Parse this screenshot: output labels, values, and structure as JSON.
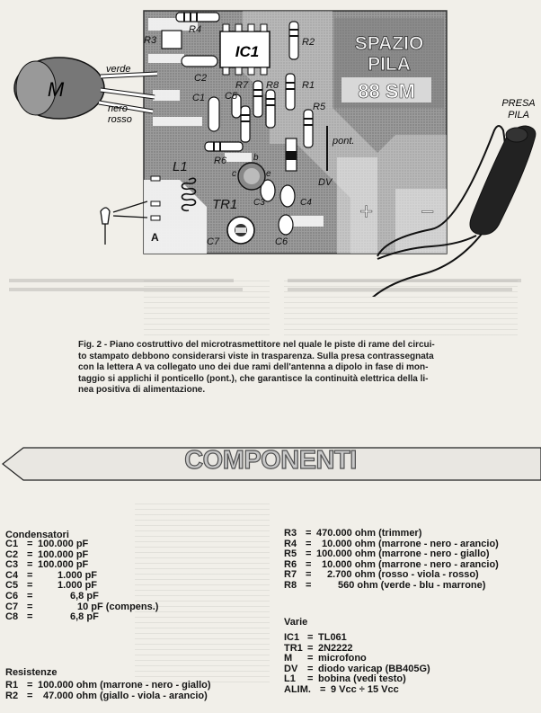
{
  "figure": {
    "space_label": "SPAZIO\nPILA",
    "space_line1": "SPAZIO",
    "space_line2": "PILA",
    "code_label": "88 SM",
    "plug_line1": "PRESA",
    "plug_line2": "PILA",
    "mic_label": "M",
    "wires": [
      "verde",
      "nero",
      "rosso"
    ],
    "parts": [
      "R3",
      "R4",
      "IC1",
      "R2",
      "C2",
      "R7",
      "R8",
      "R1",
      "C1",
      "C5",
      "R5",
      "R6",
      "pont.",
      "L1",
      "c",
      "b",
      "e",
      "DV",
      "C3",
      "C4",
      "TR1",
      "C7",
      "C6",
      "A",
      "+",
      "−"
    ]
  },
  "caption": "Fig. 2 - Piano costruttivo del microtrasmettitore nel quale le piste di rame del circuito stampato debbono considerarsi viste in trasparenza. Sulla presa contrassegnata con la lettera A va collegato uno dei due rami dell'antenna a dipolo in fase di montaggio si applichi il ponticello (pont.), che garantisce la continuità elettrica della linea positiva di alimentazione.",
  "caption_lines": [
    "Fig. 2 - Piano costruttivo del microtrasmettitore nel quale le piste di rame del circui-",
    "to stampato debbono considerarsi viste in trasparenza. Sulla presa contrassegnata",
    "con la lettera A va collegato uno dei due rami dell'antenna a dipolo in fase di mon-",
    "taggio si applichi il ponticello (pont.), che garantisce la continuità elettrica della li-",
    "nea positiva di alimentazione."
  ],
  "title": "COMPONENTI",
  "condensatori": {
    "title": "Condensatori",
    "items": [
      {
        "k": "C1",
        "v": "100.000 pF"
      },
      {
        "k": "C2",
        "v": "100.000 pF"
      },
      {
        "k": "C3",
        "v": "100.000 pF"
      },
      {
        "k": "C4",
        "v": "1.000 pF"
      },
      {
        "k": "C5",
        "v": "1.000 pF"
      },
      {
        "k": "C6",
        "v": "6,8 pF"
      },
      {
        "k": "C7",
        "v": "10 pF (compens.)"
      },
      {
        "k": "C8",
        "v": "6,8 pF"
      }
    ]
  },
  "resistenze": {
    "title": "Resistenze",
    "items": [
      {
        "k": "R1",
        "v": "100.000 ohm (marrone - nero - giallo)"
      },
      {
        "k": "R2",
        "v": "47.000 ohm (giallo - viola - arancio)"
      },
      {
        "k": "R3",
        "v": "470.000 ohm (trimmer)"
      },
      {
        "k": "R4",
        "v": "10.000 ohm (marrone - nero - arancio)"
      },
      {
        "k": "R5",
        "v": "100.000 ohm (marrone - nero - giallo)"
      },
      {
        "k": "R6",
        "v": "10.000 ohm (marrone - nero - arancio)"
      },
      {
        "k": "R7",
        "v": "2.700 ohm (rosso - viola - rosso)"
      },
      {
        "k": "R8",
        "v": "560 ohm (verde - blu - marrone)"
      }
    ]
  },
  "varie": {
    "title": "Varie",
    "items": [
      {
        "k": "IC1",
        "v": "TL061"
      },
      {
        "k": "TR1",
        "v": "2N2222"
      },
      {
        "k": "M",
        "v": "microfono"
      },
      {
        "k": "DV",
        "v": "diodo varicap (BB405G)"
      },
      {
        "k": "L1",
        "v": "bobina (vedi testo)"
      },
      {
        "k": "ALIM.",
        "v": "9 Vcc ÷ 15 Vcc"
      }
    ]
  }
}
